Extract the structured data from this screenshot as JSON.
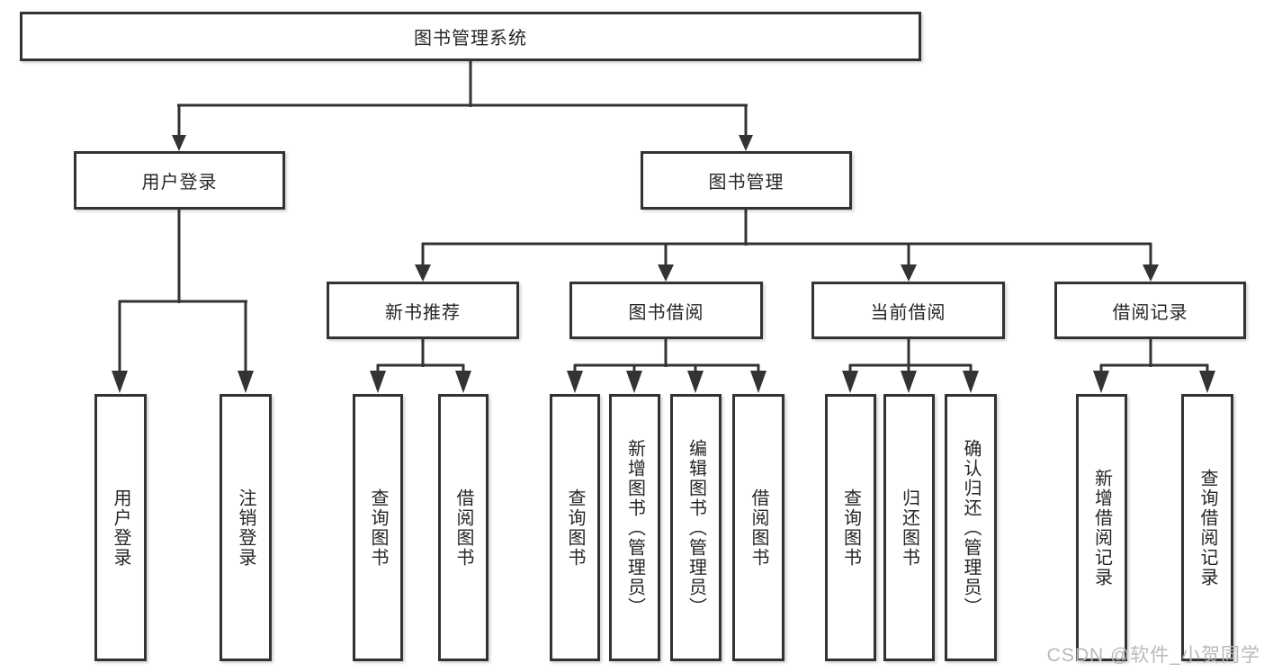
{
  "tree": {
    "root": "图书管理系统",
    "branches": [
      {
        "label": "用户登录",
        "leaves": [
          "用户登录",
          "注销登录"
        ]
      },
      {
        "label": "图书管理",
        "groups": [
          {
            "label": "新书推荐",
            "leaves": [
              "查询图书",
              "借阅图书"
            ]
          },
          {
            "label": "图书借阅",
            "leaves": [
              "查询图书",
              "新增图书（管理员）",
              "编辑图书（管理员）",
              "借阅图书"
            ]
          },
          {
            "label": "当前借阅",
            "leaves": [
              "查询图书",
              "归还图书",
              "确认归还（管理员）"
            ]
          },
          {
            "label": "借阅记录",
            "leaves": [
              "新增借阅记录",
              "查询借阅记录"
            ]
          }
        ]
      }
    ]
  },
  "watermark": {
    "text": "CSDN @软件_小贺同学"
  },
  "colors": {
    "border": "#333333",
    "line": "#333333",
    "text": "#262626",
    "watermark": "#b9b9b9",
    "background": "#ffffff"
  }
}
